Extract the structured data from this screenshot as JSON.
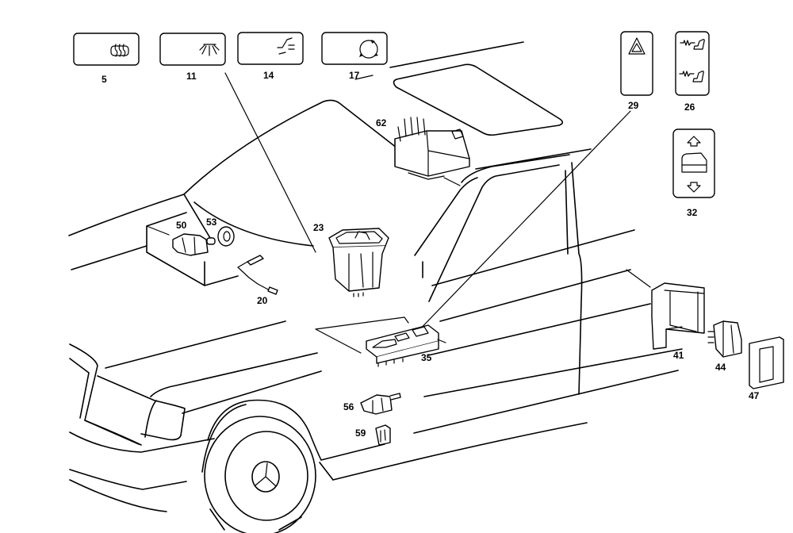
{
  "diagram": {
    "subject": "Vehicle switch locations exploded view (passenger car, front left)",
    "switch_panels": [
      {
        "label": "5",
        "icon": "rear-window-defroster-icon"
      },
      {
        "label": "11",
        "icon": "interior-light-icon"
      },
      {
        "label": "14",
        "icon": "headlamp-range-icon"
      },
      {
        "label": "17",
        "icon": "recirculation-icon"
      },
      {
        "label": "29",
        "icon": "hazard-warning-icon"
      },
      {
        "label": "26",
        "icon": "seat-heater-icon"
      },
      {
        "label": "32",
        "icon": "window-lift-icon"
      }
    ],
    "components": [
      {
        "label": "62",
        "description": "sunroof switch"
      },
      {
        "label": "50",
        "description": "switch"
      },
      {
        "label": "53",
        "description": "ring"
      },
      {
        "label": "20",
        "description": "cable"
      },
      {
        "label": "23",
        "description": "switch"
      },
      {
        "label": "35",
        "description": "window switch group"
      },
      {
        "label": "56",
        "description": "connector"
      },
      {
        "label": "59",
        "description": "clip"
      },
      {
        "label": "41",
        "description": "switch housing"
      },
      {
        "label": "44",
        "description": "switch"
      },
      {
        "label": "47",
        "description": "trim frame"
      }
    ]
  }
}
